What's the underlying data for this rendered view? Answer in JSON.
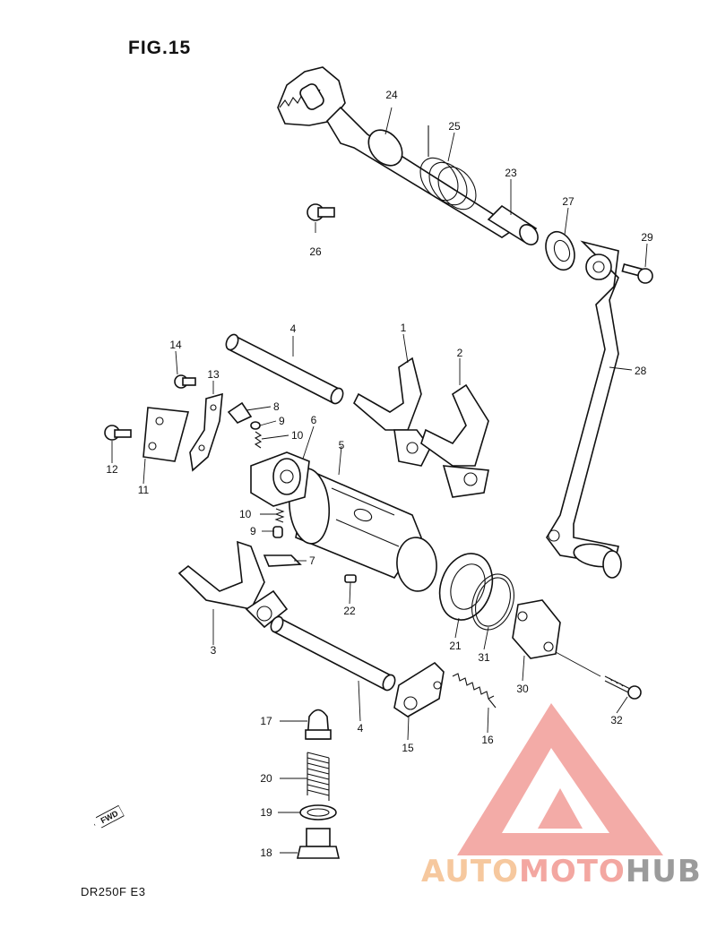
{
  "figure": {
    "title": "FIG.15",
    "model": "DR250F  E3"
  },
  "watermark": {
    "part1": "AUTO",
    "part2": "MOTO",
    "part3": "HUB",
    "color_auto": "#f6c89e",
    "color_moto": "#f3a7a1",
    "color_hub": "#9b9b9b",
    "logo_color": "#f08f8a"
  },
  "fwd_label": "FWD",
  "callouts": {
    "c1": "1",
    "c2": "2",
    "c3": "3",
    "c4a": "4",
    "c4b": "4",
    "c5": "5",
    "c6": "6",
    "c7": "7",
    "c8": "8",
    "c9a": "9",
    "c9b": "9",
    "c10a": "10",
    "c10b": "10",
    "c11": "11",
    "c12": "12",
    "c13": "13",
    "c14": "14",
    "c15": "15",
    "c16": "16",
    "c17": "17",
    "c18": "18",
    "c19": "19",
    "c20": "20",
    "c21": "21",
    "c22": "22",
    "c23": "23",
    "c24": "24",
    "c25": "25",
    "c26": "26",
    "c27": "27",
    "c28": "28",
    "c29": "29",
    "c30": "30",
    "c31": "31",
    "c32": "32"
  }
}
